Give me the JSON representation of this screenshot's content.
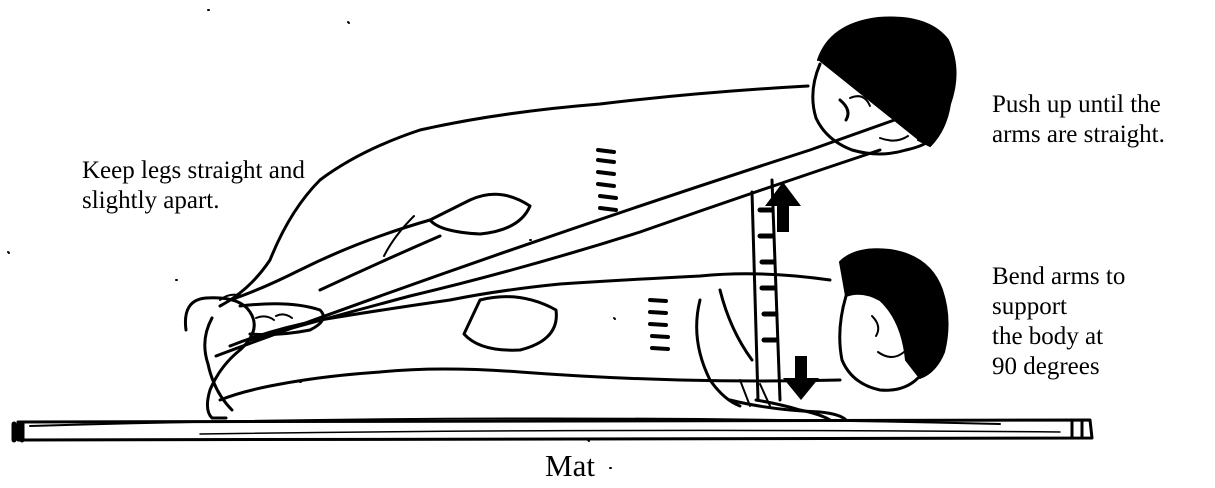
{
  "labels": {
    "legs": [
      "Keep legs straight and",
      "slightly apart."
    ],
    "push": [
      "Push up until the",
      "arms are straight."
    ],
    "bend": [
      "Bend arms to",
      "support",
      "the body at",
      "90 degrees"
    ],
    "mat": "Mat"
  },
  "colors": {
    "ink": "#000000",
    "background": "#ffffff"
  },
  "icons": [
    "up-arrow-icon",
    "down-arrow-icon"
  ]
}
